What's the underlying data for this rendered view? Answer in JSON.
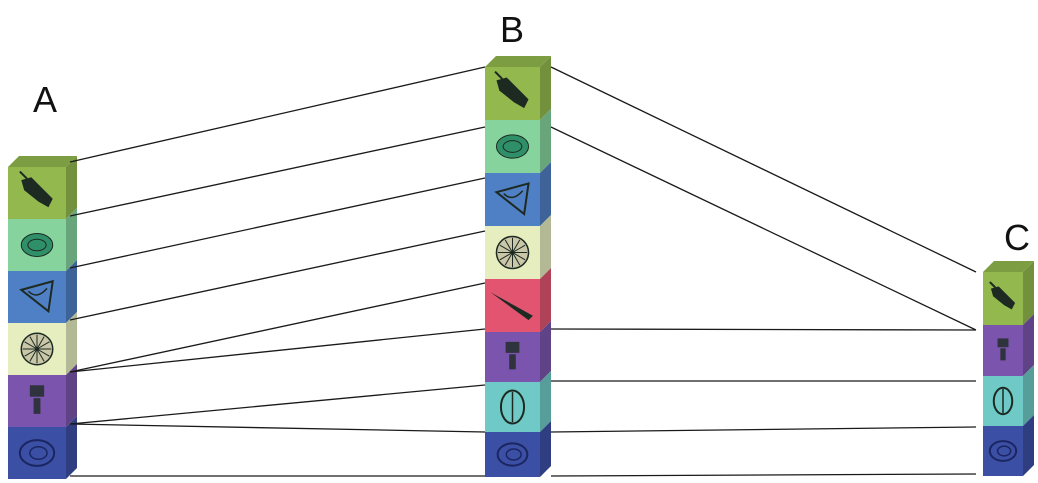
{
  "labels": {
    "a": "A",
    "b": "B",
    "c": "C"
  },
  "fossil_icons": [
    "trilobite-side-fossil",
    "coral-fossil",
    "gastropod-shell-fossil",
    "echinoid-fossil",
    "orthocone-fossil",
    "brachiopod-fossil",
    "trilobite-top-fossil",
    "ammonite-fossil"
  ],
  "layer_colors": {
    "green": "#93b94e",
    "mint": "#86d39d",
    "blue": "#4f7fc4",
    "cream": "#e6edbf",
    "red": "#e2546f",
    "purple": "#7b55ad",
    "teal": "#6fc9c6",
    "navy": "#3b4fa5"
  },
  "columns": {
    "a": {
      "label": "A",
      "layers": [
        "green",
        "mint",
        "blue",
        "cream",
        "purple",
        "navy"
      ]
    },
    "b": {
      "label": "B",
      "layers": [
        "green",
        "mint",
        "blue",
        "cream",
        "red",
        "purple",
        "teal",
        "navy"
      ]
    },
    "c": {
      "label": "C",
      "layers": [
        "green",
        "purple",
        "teal",
        "navy"
      ]
    }
  }
}
